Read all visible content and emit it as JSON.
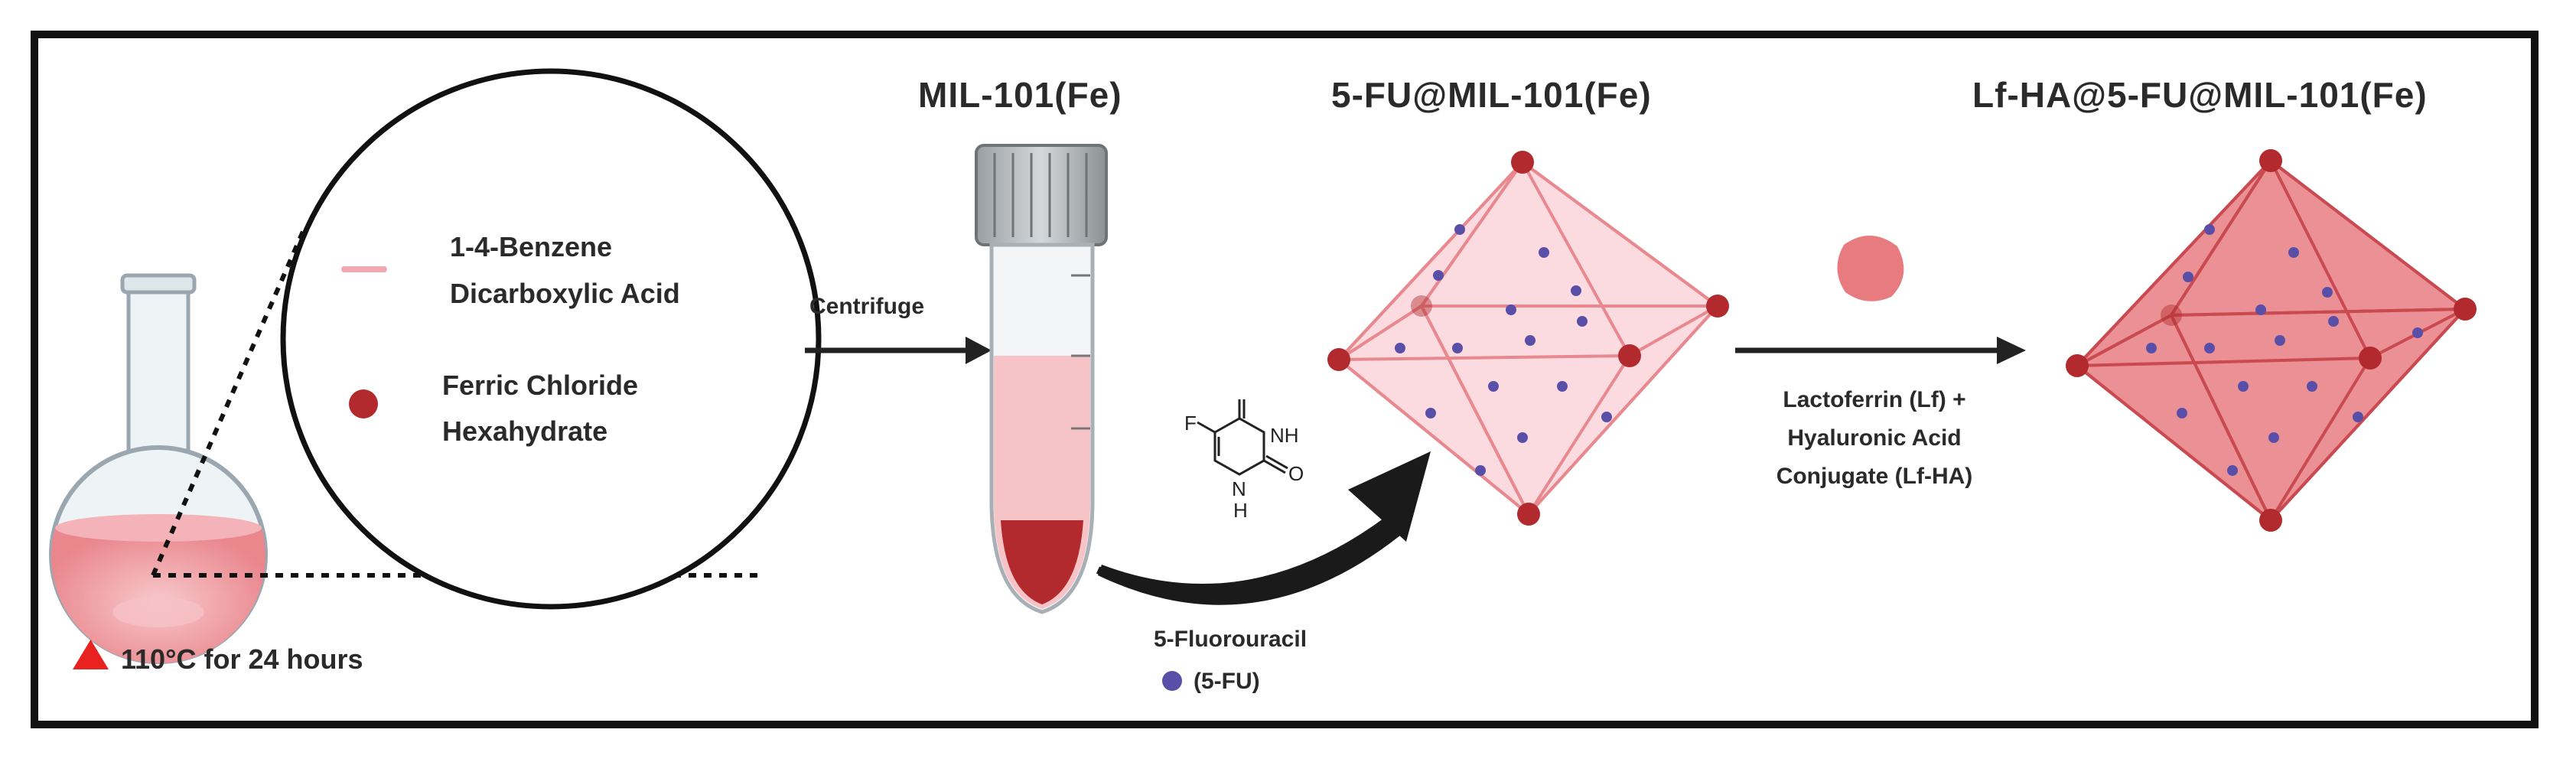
{
  "titles": {
    "mil": "MIL-101(Fe)",
    "fu_mil": "5-FU@MIL-101(Fe)",
    "lfha_mil": "Lf-HA@5-FU@MIL-101(Fe)"
  },
  "legend": {
    "linker_line1": "1-4-Benzene",
    "linker_line2": "Dicarboxylic Acid",
    "metal_line1": "Ferric Chloride",
    "metal_line2": "Hexahydrate"
  },
  "steps": {
    "centrifuge": "Centrifuge",
    "heating": "110°C for 24 hours",
    "drug_line1": "5-Fluorouracil",
    "drug_line2": "(5-FU)",
    "coat_line1": "Lactoferrin (Lf) +",
    "coat_line2": "Hyaluronic Acid",
    "coat_line3": "Conjugate (Lf-HA)"
  },
  "molecule": {
    "f": "F",
    "nh_top": "NH",
    "o_right": "O",
    "n_bottom": "N",
    "h_bottom": "H"
  },
  "colors": {
    "iron_node": "#b22a2e",
    "linker": "#f0a9b0",
    "drug": "#5a4fa8",
    "octa_light": "#f7c6cc",
    "octa_dark": "#e0676d",
    "heat": "#e8221f"
  }
}
